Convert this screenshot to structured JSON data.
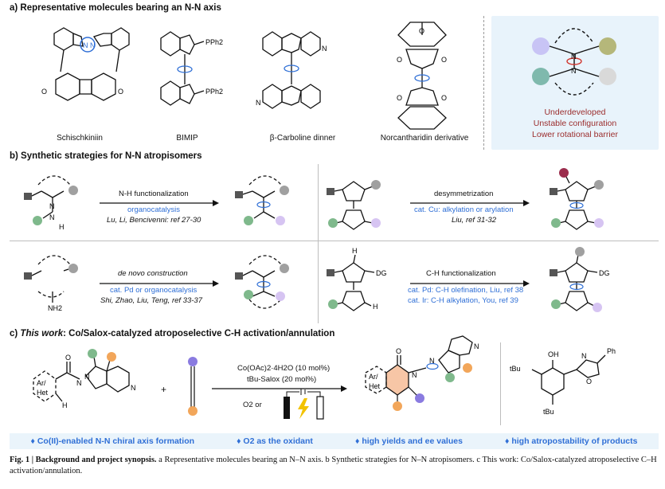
{
  "section_a": {
    "title": "a) Representative molecules bearing an N-N axis",
    "molecules": [
      "Schischkiniin",
      "BIMIP",
      "β-Carboline dinner",
      "Norcantharidin derivative"
    ],
    "bimip_substituent": "PPh2",
    "box_lines": [
      "Underdeveloped",
      "Unstable configuration",
      "Lower rotational barrier"
    ]
  },
  "section_b": {
    "title": "b) Synthetic strategies for N-N atropisomers",
    "nh_func": {
      "above": "N-H functionalization",
      "blue": "organocatalysis",
      "ref": "Lu, Li, Bencivenni: ref 27-30"
    },
    "desymm": {
      "above": "desymmetrization",
      "blue": "cat. Cu: alkylation or arylation",
      "ref": "Liu, ref 31-32"
    },
    "denovo": {
      "above": "de novo construction",
      "blue": "cat. Pd or organocatalysis",
      "ref": "Shi, Zhao, Liu, Teng, ref 33-37"
    },
    "ch_func": {
      "above": "C-H functionalization",
      "blue1": "cat. Pd: C-H olefination, Liu, ref 38",
      "blue2": "cat. Ir: C-H alkylation, You, ref 39"
    },
    "atom_labels": {
      "N": "N",
      "H": "H",
      "NH2": "NH2",
      "DG": "DG"
    }
  },
  "section_c": {
    "title_prefix": "c) ",
    "title_italic": "This work",
    "title_rest": ": Co/Salox-catalyzed atroposelective C-H activation/annulation",
    "reagent1": "Co(OAc)2·4H2O (10 mol%)",
    "reagent2": "tBu-Salox (20 mol%)",
    "oxidant": "O2   or",
    "ar_het": [
      "Ar/",
      "Het"
    ],
    "ligand_labels": {
      "oh": "OH",
      "ph": "Ph",
      "tbu1": "tBu",
      "tbu2": "tBu",
      "n": "N",
      "o": "O"
    },
    "plus": "+",
    "features": [
      "Co(II)-enabled N-N chiral axis formation",
      "O2 as the oxidant",
      "high yields and ee values",
      "high atropostability of products"
    ]
  },
  "caption": {
    "bold": "Fig. 1 | Background and project synopsis.",
    "text": " a Representative molecules bearing an N–N axis. b Synthetic strategies for N–N atropisomers. c This work: Co/Salox-catalyzed atroposelective C–H activation/annulation."
  },
  "colors": {
    "blue": "#2f6fd6",
    "red": "#d0342c",
    "orange": "#f2a65a",
    "purple": "#8a7be0",
    "green": "#7fb98c",
    "olive": "#a7a86a",
    "maroon": "#9b2d4d",
    "lilac": "#d6c4f2"
  }
}
